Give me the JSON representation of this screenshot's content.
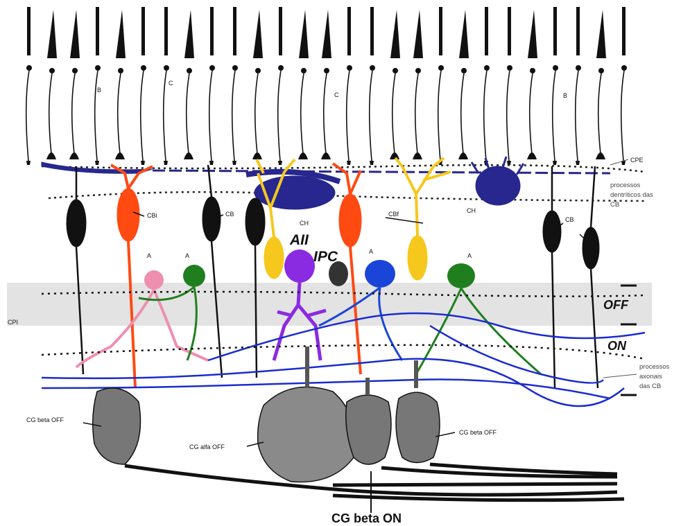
{
  "colors": {
    "background": "#ffffff",
    "layer_band": "#e3e3e3",
    "photoreceptor": "#111111",
    "horizontal_cell": "#27278f",
    "bipolar_invaginating": "#ff4a12",
    "bipolar_flat": "#f6c81d",
    "amacrine_pink": "#ee8fb0",
    "amacrine_green": "#1f7f1f",
    "amacrine_blue": "#1a45d8",
    "amacrine_aii": "#8a2be2",
    "ganglion_gray": "#777777",
    "axonal_blue": "#1a2bd0"
  },
  "photoreceptors": {
    "rod_label_left": "B",
    "cone_label_left": "C",
    "cone_label_center": "C",
    "rod_label_right": "B"
  },
  "labels": {
    "cpe": "CPE",
    "dendritic_processes": [
      "processos",
      "dentríticos das",
      "CB"
    ],
    "cbi": "CBi",
    "cb_left": "CB",
    "ch_center": "CH",
    "cbf": "CBf",
    "ch_right": "CH",
    "cb_right": "CB",
    "amacrine_left_pink": "A",
    "amacrine_left_green": "A",
    "aii": "AII",
    "ipc": "IPC",
    "amacrine_blue": "A",
    "amacrine_green_right": "A",
    "cpi": "CPI",
    "off": "OFF",
    "on": "ON",
    "axonal_processes": [
      "processos",
      "axonais",
      "das CB"
    ],
    "cg_beta_off_left": "CG beta OFF",
    "cg_alfa_off": "CG alfa OFF",
    "cg_beta_off_right": "CG beta OFF",
    "cg_beta_on": "CG beta ON"
  }
}
